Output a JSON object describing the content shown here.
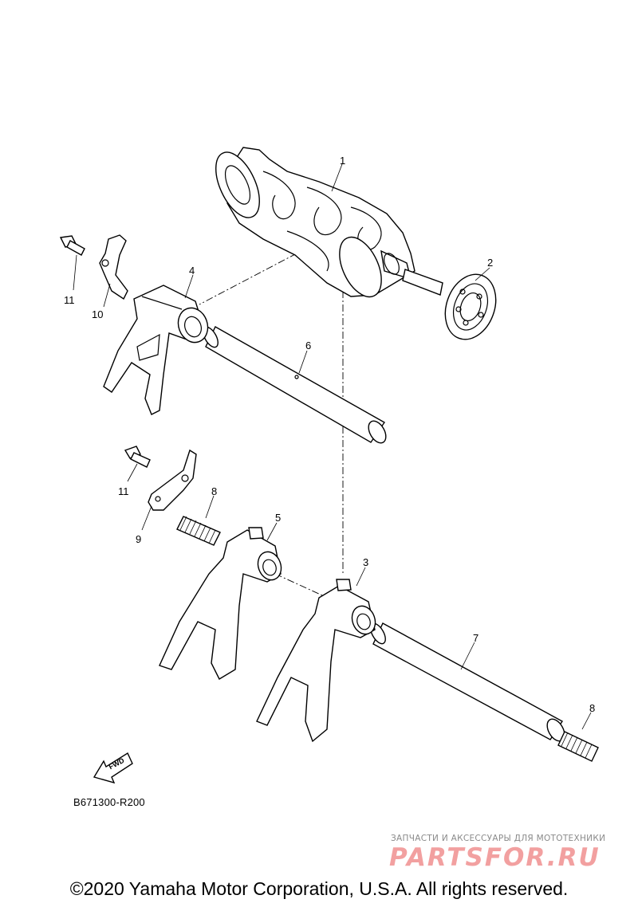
{
  "labels": {
    "l1": "1",
    "l2": "2",
    "l3": "3",
    "l4": "4",
    "l5": "5",
    "l6": "6",
    "l7": "7",
    "l8a": "8",
    "l8b": "8",
    "l9": "9",
    "l10": "10",
    "l11a": "11",
    "l11b": "11"
  },
  "fwd_label": "FWD",
  "reference_code": "B671300-R200",
  "watermark": {
    "tagline": "ЗАПЧАСТИ И АКСЕССУАРЫ ДЛЯ МОТОТЕХНИКИ",
    "brand": "PARTSFOR.RU"
  },
  "copyright": "©2020 Yamaha Motor Corporation, U.S.A. All rights reserved."
}
